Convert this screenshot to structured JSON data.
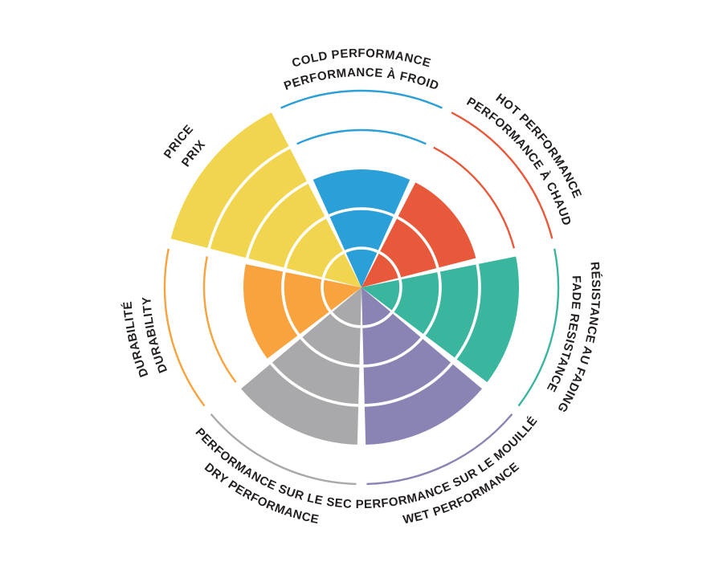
{
  "page": {
    "background": "#ffffff"
  },
  "chart_data": {
    "type": "radial-sector-rating",
    "scale_max": 5,
    "label_color": "#231f20",
    "grid": "ring-arcs",
    "legend_position": "none",
    "categories": [
      {
        "id": "cold-performance",
        "outer_label": "COLD PERFORMANCE",
        "inner_label": "PERFORMANCE À FROID",
        "value": 3,
        "color": "#2b9fd7",
        "flipped": false
      },
      {
        "id": "hot-performance",
        "outer_label": "HOT PERFORMANCE",
        "inner_label": "PERFORMANCE À CHAUD",
        "value": 3,
        "color": "#e8593b",
        "flipped": false
      },
      {
        "id": "fade-resistance",
        "outer_label": "RÉSISTANCE AU FADING",
        "inner_label": "FADE RESISTANCE",
        "value": 4,
        "color": "#3bb69e",
        "flipped": false
      },
      {
        "id": "wet-performance",
        "outer_label": "WET PERFORMANCE",
        "inner_label": "PERFORMANCE SUR LE MOUILLÉ",
        "value": 4,
        "color": "#8a84b4",
        "flipped": true
      },
      {
        "id": "dry-performance",
        "outer_label": "DRY PERFORMANCE",
        "inner_label": "PERFORMANCE SUR LE SEC",
        "value": 4,
        "color": "#a9a8ab",
        "flipped": true
      },
      {
        "id": "durability",
        "outer_label": "DURABILITÉ",
        "inner_label": "DURABILITY",
        "value": 3,
        "color": "#f8a33d",
        "flipped": false
      },
      {
        "id": "price",
        "outer_label": "PRICE",
        "inner_label": "PRIX",
        "value": 5,
        "color": "#f1d54e",
        "flipped": false
      }
    ]
  }
}
